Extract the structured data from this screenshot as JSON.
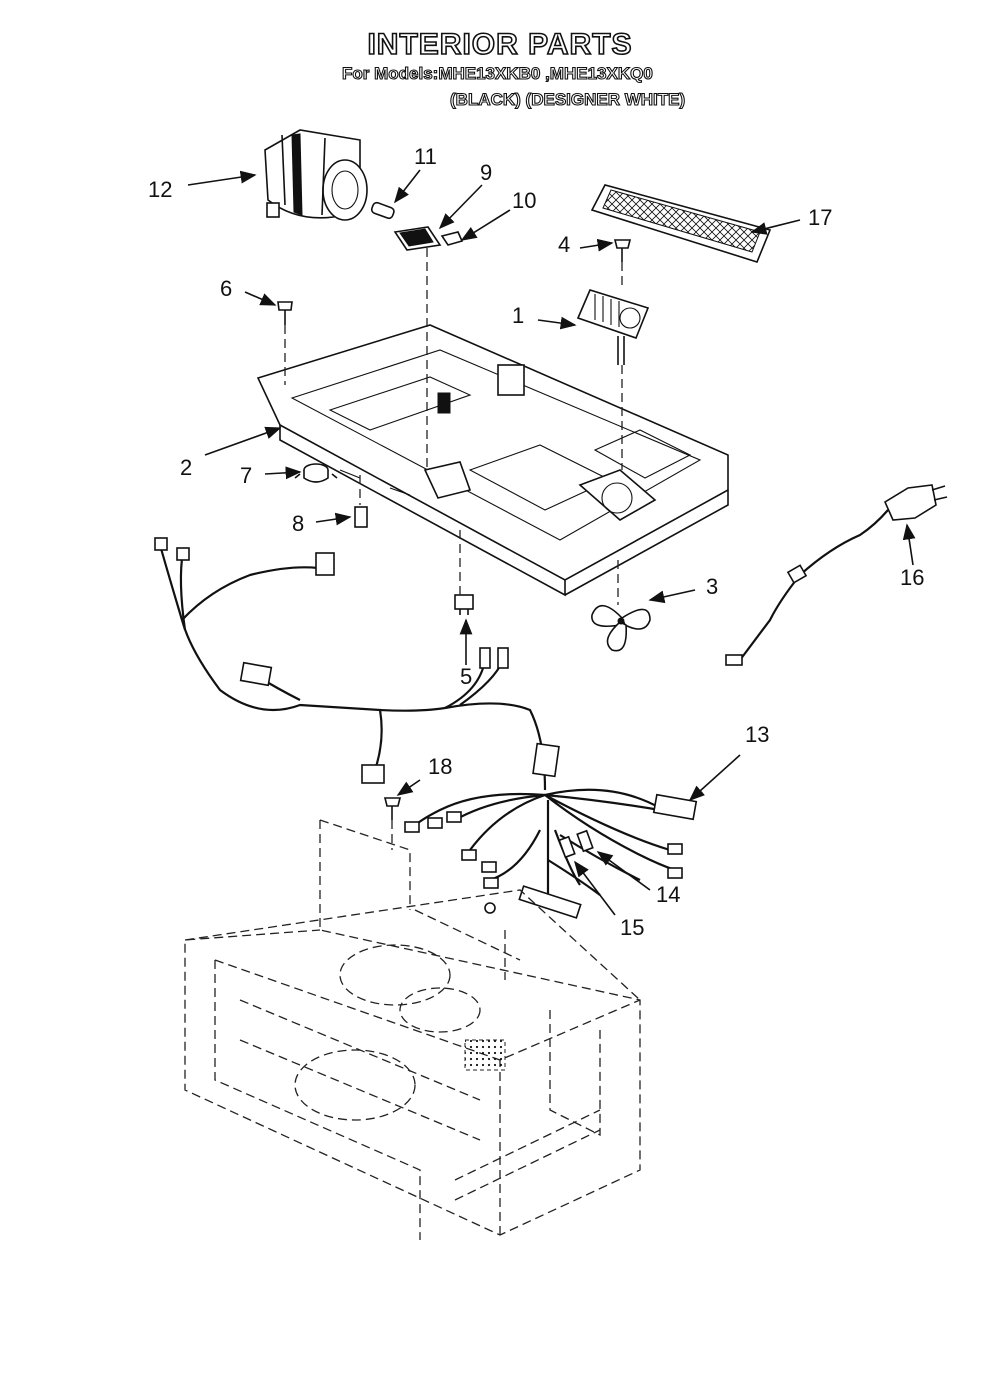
{
  "header": {
    "title": "INTERIOR PARTS",
    "models_line": "For Models:MHE13XKB0 ,MHE13XKQ0",
    "colors_line": "(BLACK) (DESIGNER WHITE)"
  },
  "callouts": [
    "1",
    "2",
    "3",
    "4",
    "5",
    "6",
    "7",
    "8",
    "9",
    "10",
    "11",
    "12",
    "13",
    "14",
    "15",
    "16",
    "17",
    "18"
  ],
  "colors": {
    "ink": "#111111",
    "paper": "#ffffff"
  }
}
